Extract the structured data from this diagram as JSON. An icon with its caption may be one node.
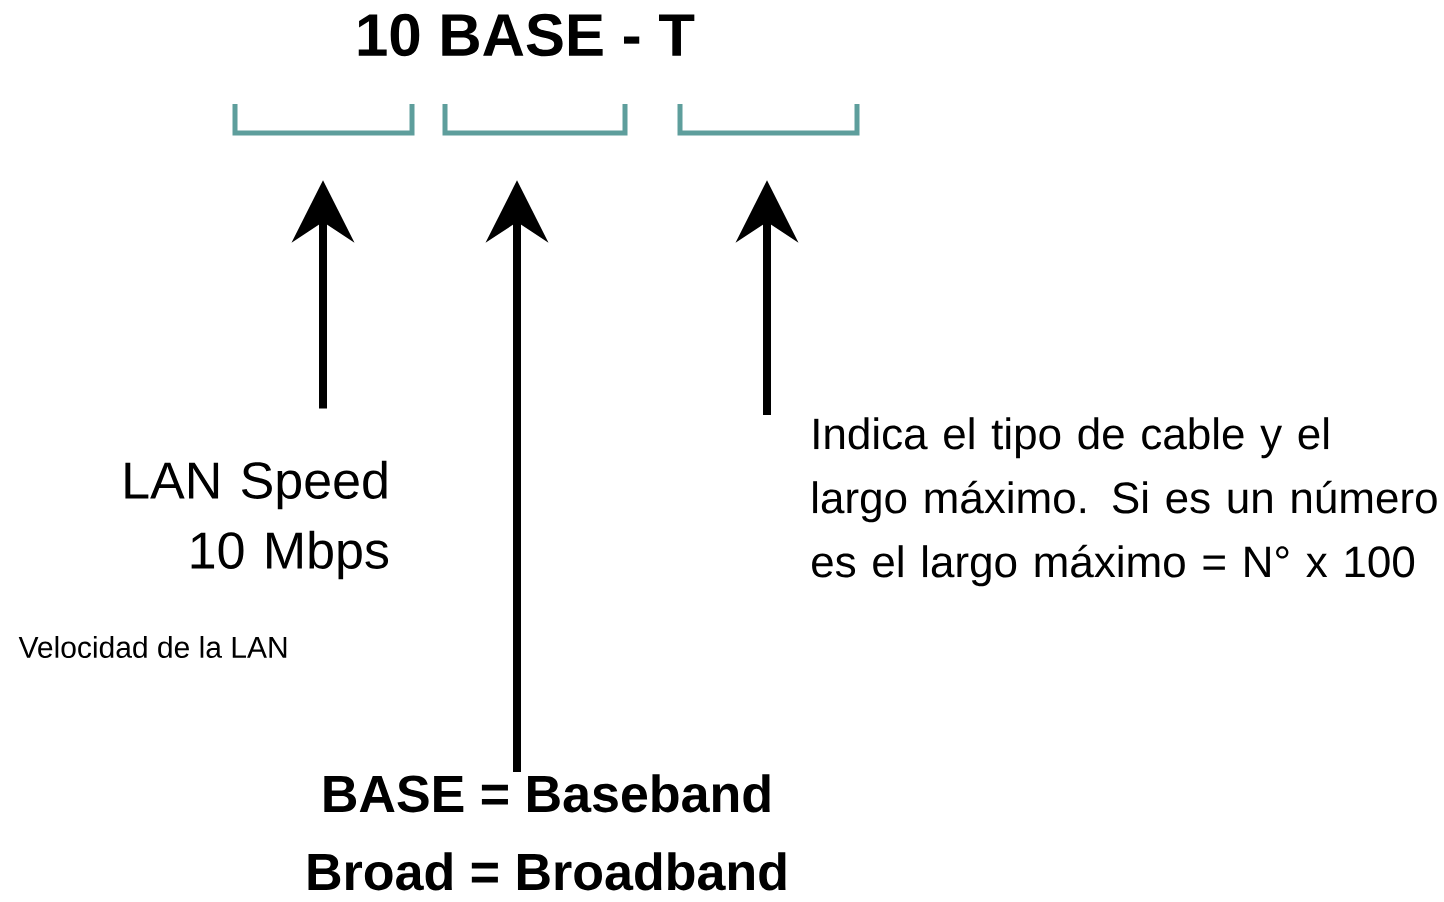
{
  "diagram": {
    "title": "10 BASE - T",
    "nodes": [
      {
        "text": [],
        "shape": "bracket"
      },
      {
        "text": [],
        "shape": "bracket"
      },
      {
        "text": [],
        "shape": "bracket"
      },
      {
        "text": [
          "LAN Speed 10 Mbps"
        ],
        "beside": [
          "Velocidad de la LAN"
        ]
      },
      {
        "text": [
          "BASE = Baseband",
          "Broad = Broadband"
        ]
      },
      {
        "text": [
          "Indica el tipo de cable y el largo máximo. Si es un número es el largo máximo = N° x 100"
        ]
      }
    ],
    "edges": [
      {
        "from": 3,
        "to": 0,
        "arrow": "to"
      },
      {
        "from": 4,
        "to": 1,
        "arrow": "to"
      },
      {
        "from": 5,
        "to": 2,
        "arrow": "to"
      }
    ]
  }
}
